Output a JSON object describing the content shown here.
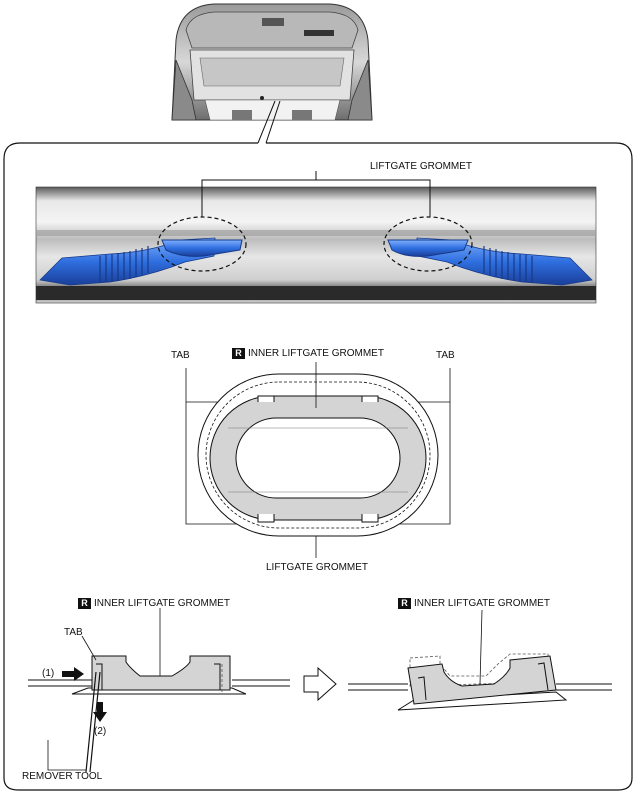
{
  "labels": {
    "top_liftgate_grommet": "LIFTGATE GROMMET",
    "tab_left": "TAB",
    "tab_right": "TAB",
    "inner_grommet_middle": "INNER LIFTGATE GROMMET",
    "middle_liftgate_grommet": "LIFTGATE GROMMET",
    "inner_grommet_bottom_left": "INNER LIFTGATE GROMMET",
    "inner_grommet_bottom_right": "INNER LIFTGATE GROMMET",
    "tab_bottom": "TAB",
    "step_1": "(1)",
    "step_2": "(2)",
    "remover_tool": "REMOVER TOOL",
    "r_badge": "R"
  },
  "colors": {
    "grommet_blue": "#2f6fe0",
    "grommet_gray": "#d4d4d4",
    "line": "#111111"
  }
}
